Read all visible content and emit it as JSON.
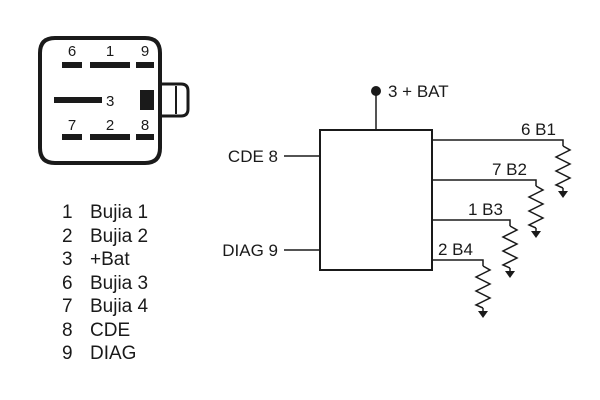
{
  "connector": {
    "top_pins": [
      "6",
      "1",
      "9"
    ],
    "middle_pin": "3",
    "bottom_pins": [
      "7",
      "2",
      "8"
    ]
  },
  "legend": [
    {
      "num": "1",
      "name": "Bujia 1"
    },
    {
      "num": "2",
      "name": "Bujia 2"
    },
    {
      "num": "3",
      "name": "+Bat"
    },
    {
      "num": "6",
      "name": "Bujia 3"
    },
    {
      "num": "7",
      "name": "Bujia 4"
    },
    {
      "num": "8",
      "name": "CDE"
    },
    {
      "num": "9",
      "name": "DIAG"
    }
  ],
  "schematic": {
    "supply": "3 + BAT",
    "inputs": [
      "CDE 8",
      "DIAG 9"
    ],
    "outputs": [
      "6 B1",
      "7 B2",
      "1 B3",
      "2 B4"
    ]
  }
}
